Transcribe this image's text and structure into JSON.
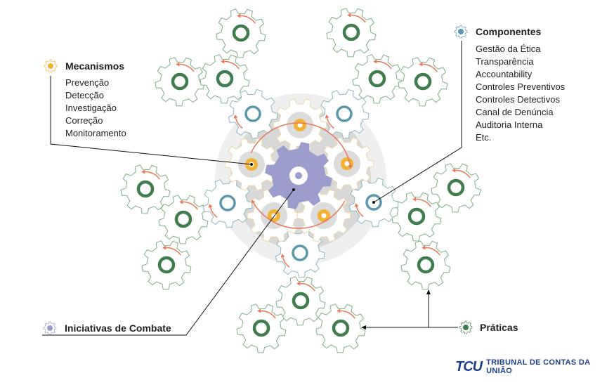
{
  "mecanismos": {
    "title": "Mecanismos",
    "items": [
      "Prevenção",
      "Detecção",
      "Investigação",
      "Correção",
      "Monitoramento"
    ]
  },
  "componentes": {
    "title": "Componentes",
    "items": [
      "Gestão da Ética",
      "Transparência",
      "Accountability",
      "Controles Preventivos",
      "Controles Detectivos",
      "Canal de Denúncia",
      "Auditoria Interna",
      "Etc."
    ]
  },
  "iniciativas": {
    "title": "Iniciativas de Combate"
  },
  "praticas": {
    "title": "Práticas"
  },
  "logo": {
    "mark": "TCU",
    "text": "TRIBUNAL DE CONTAS DA UNIÃO"
  },
  "colors": {
    "green": "#3f7d4c",
    "blue": "#5b98aa",
    "yellow": "#f2b233",
    "purple": "#9c9dcc",
    "arrow": "#e9785a"
  }
}
